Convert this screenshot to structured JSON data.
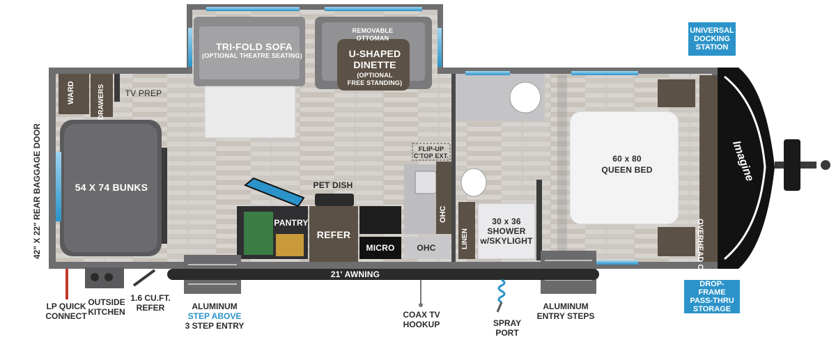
{
  "labels": {
    "trifold_sofa": "TRI-FOLD SOFA",
    "trifold_sofa_sub": "(OPTIONAL THEATRE SEATING)",
    "removable_ottoman_1": "REMOVABLE",
    "removable_ottoman_2": "OTTOMAN",
    "dinette_1": "U-SHAPED",
    "dinette_2": "DINETTE",
    "dinette_3": "(OPTIONAL",
    "dinette_4": "FREE STANDING)",
    "ward": "WARD",
    "drawers": "DRAWERS",
    "tv_prep": "TV PREP",
    "bunks": "54 X 74 BUNKS",
    "pet_dish": "PET DISH",
    "pantry": "PANTRY",
    "refer": "REFER",
    "micro": "MICRO",
    "ohc_kitchen": "OHC",
    "ohc_vertical": "OHC",
    "ohc_bath": "OHC",
    "flip_up_1": "FLIP-UP",
    "flip_up_2": "C'TOP EXT.",
    "linen": "LINEN",
    "shower_1": "30 x 36",
    "shower_2": "SHOWER",
    "shower_3": "w/SKYLIGHT",
    "queen_bed_1": "60 x 80",
    "queen_bed_2": "QUEEN BED",
    "overhead_cabinets": "OVERHEAD CABINETS",
    "awning": "21' AWNING",
    "rear_door": "42\" X 22\" REAR BAGGAGE DOOR",
    "brand": "Imagine"
  },
  "callouts": {
    "docking_1": "UNIVERSAL",
    "docking_2": "DOCKING",
    "docking_3": "STATION",
    "dropframe_1": "DROP-FRAME",
    "dropframe_2": "PASS-THRU",
    "dropframe_3": "STORAGE"
  },
  "exterior": {
    "lp_1": "LP QUICK",
    "lp_2": "CONNECT",
    "kitchen_1": "OUTSIDE",
    "kitchen_2": "KITCHEN",
    "refer_1": "1.6 CU.FT.",
    "refer_2": "REFER",
    "step_1": "ALUMINUM",
    "step_2": "STEP ABOVE",
    "step_3": "3 STEP ENTRY",
    "coax_1": "COAX TV",
    "coax_2": "HOOKUP",
    "spray_1": "SPRAY",
    "spray_2": "PORT",
    "entry_1": "ALUMINUM",
    "entry_2": "ENTRY STEPS"
  },
  "colors": {
    "wall": "#6e6e70",
    "floor": "#d9d5d1",
    "cabinet": "#5c5146",
    "callout": "#2b93c9",
    "awning": "#2b2b2b"
  }
}
